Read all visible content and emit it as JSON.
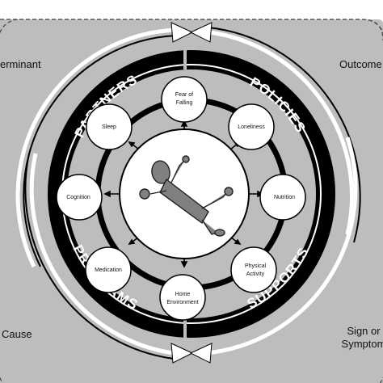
{
  "ring_labels": {
    "partners": "PARTNERS",
    "policies": "POLICIES",
    "programs": "PROGRAMS",
    "supports": "SUPPORTS"
  },
  "corners": {
    "top_left": "erminant",
    "top_right": "Outcome",
    "bottom_left": "Cause",
    "bottom_right_line1": "Sign or",
    "bottom_right_line2": "Symptom"
  },
  "nodes": {
    "fear_of_falling": [
      "Fear of",
      "Falling"
    ],
    "loneliness": [
      "Loneliness"
    ],
    "nutrition": [
      "Nutrition"
    ],
    "physical_activity": [
      "Physical",
      "Activity"
    ],
    "home_environment": [
      "Home",
      "Environment"
    ],
    "medication": [
      "Medication"
    ],
    "cognition": [
      "Cognition"
    ],
    "sleep": [
      "Sleep"
    ]
  },
  "colors": {
    "panel": "#bdbdbd",
    "ring": "#000000",
    "node_fill": "#ffffff",
    "figure": "#808080",
    "arrow": "#ffffff"
  },
  "center_icon": "falling-person-icon"
}
